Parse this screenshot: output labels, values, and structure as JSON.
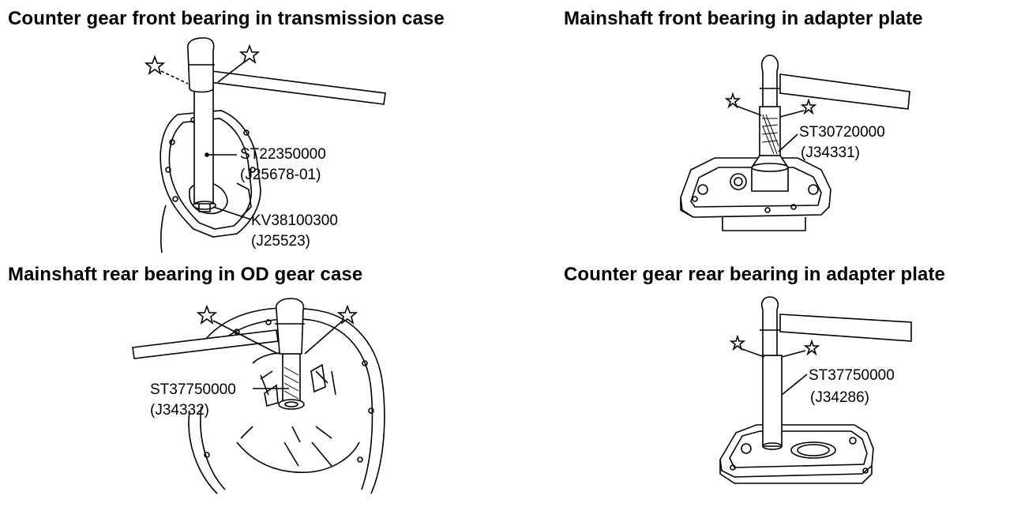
{
  "panels": [
    {
      "title": "Counter gear front bearing in transmission case",
      "tools": [
        {
          "number": "ST22350000",
          "ref": "(J25678-01)"
        },
        {
          "number": "KV38100300",
          "ref": "(J25523)"
        }
      ]
    },
    {
      "title": "Mainshaft front bearing in adapter plate",
      "tools": [
        {
          "number": "ST30720000",
          "ref": "(J34331)"
        }
      ]
    },
    {
      "title": "Mainshaft rear bearing in OD gear case",
      "tools": [
        {
          "number": "ST37750000",
          "ref": "(J34332)"
        }
      ]
    },
    {
      "title": "Counter gear rear bearing in adapter plate",
      "tools": [
        {
          "number": "ST37750000",
          "ref": "(J34286)"
        }
      ]
    }
  ],
  "icons": [
    "star-icon",
    "hammer-icon",
    "drift-tool-icon",
    "gear-case-icon"
  ]
}
